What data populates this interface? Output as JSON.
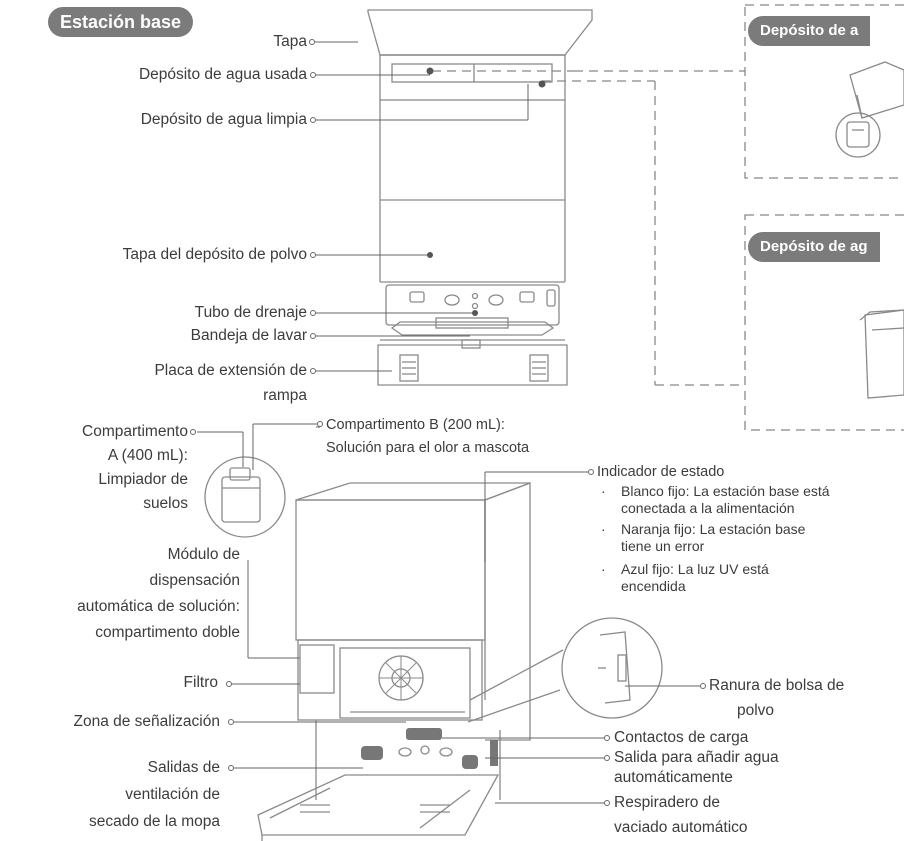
{
  "section_title": "Estación base",
  "panel_titles": {
    "top": "Depósito de a",
    "bottom": "Depósito de ag"
  },
  "labels": {
    "tapa": "Tapa",
    "dep_usada": "Depósito de agua usada",
    "dep_limpia": "Depósito de agua limpia",
    "tapa_polvo": "Tapa del depósito de polvo",
    "tubo": "Tubo de drenaje",
    "bandeja": "Bandeja de lavar",
    "placa_1": "Placa de extensión de",
    "placa_2": "rampa",
    "compA_1": "Compartimento",
    "compA_2": "A (400 mL):",
    "compA_3": "Limpiador de",
    "compA_4": "suelos",
    "compB_1": "Compartimento B (200 mL):",
    "compB_2": "Solución para el olor a mascota",
    "indicador": "Indicador de estado",
    "ind_b1_1": "Blanco fijo: La estación base está",
    "ind_b1_2": "conectada a la alimentación",
    "ind_b2_1": "Naranja fijo: La estación base",
    "ind_b2_2": "tiene un error",
    "ind_b3_1": "Azul fijo: La luz UV está",
    "ind_b3_2": "encendida",
    "modulo_1": "Módulo de",
    "modulo_2": "dispensación",
    "modulo_3": "automática de solución:",
    "modulo_4": "compartimento doble",
    "filtro": "Filtro",
    "zona": "Zona de señalización",
    "salidas_1": "Salidas de",
    "salidas_2": "ventilación de",
    "salidas_3": "secado de la mopa",
    "ranura_1": "Ranura de bolsa de",
    "ranura_2": "polvo",
    "contactos": "Contactos de carga",
    "salida_agua_1": "Salida para añadir agua",
    "salida_agua_2": "automáticamente",
    "respiradero_1": "Respiradero de",
    "respiradero_2": "vaciado automático"
  },
  "colors": {
    "pill": "#7b7b7b",
    "line": "#8a8a8a",
    "text": "#3c3c3c"
  }
}
